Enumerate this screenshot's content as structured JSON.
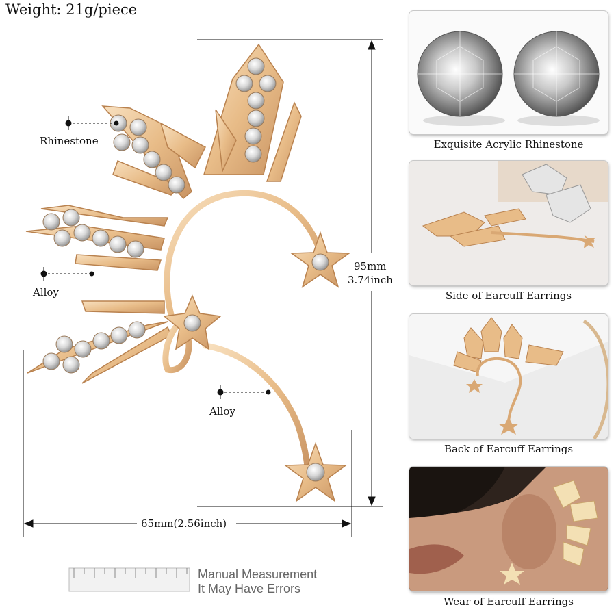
{
  "weight_label": "Weight: 21g/piece",
  "callouts": {
    "rhinestone": "Rhinestone",
    "alloy_1": "Alloy",
    "alloy_2": "Alloy"
  },
  "dimensions": {
    "height_mm": "95mm",
    "height_inch": "3.74inch",
    "width": "65mm(2.56inch)"
  },
  "disclaimer": {
    "line1": "Manual Measurement",
    "line2": "It May Have Errors"
  },
  "panels": [
    {
      "caption": "Exquisite Acrylic Rhinestone"
    },
    {
      "caption": "Side of Earcuff Earrings"
    },
    {
      "caption": "Back of Earcuff Earrings"
    },
    {
      "caption": "Wear of Earcuff Earrings"
    }
  ],
  "colors": {
    "gold": "#e9bf8c",
    "gold_dark": "#c48f5d",
    "gold_light": "#f7dcb8",
    "crystal": "#dcdcdc"
  }
}
